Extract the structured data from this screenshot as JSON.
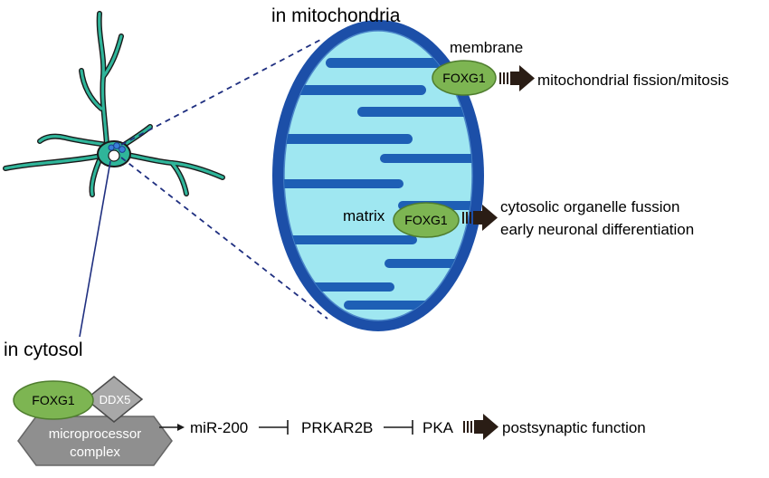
{
  "headings": {
    "mitochondria": "in mitochondria",
    "cytosol": "in cytosol"
  },
  "mitochondria": {
    "membrane_label": "membrane",
    "membrane_protein": "FOXG1",
    "membrane_effect": "mitochondrial fission/mitosis",
    "matrix_label": "matrix",
    "matrix_protein": "FOXG1",
    "matrix_effect_line1": "cytosolic organelle fussion",
    "matrix_effect_line2": "early neuronal differentiation"
  },
  "cytosol": {
    "protein": "FOXG1",
    "partner": "DDX5",
    "complex_line1": "microprocessor",
    "complex_line2": "complex",
    "pathway": [
      "miR-200",
      "PRKAR2B",
      "PKA"
    ],
    "effect": "postsynaptic function"
  },
  "colors": {
    "neuron_fill": "#2fb59a",
    "mito_outer": "#1c4fa8",
    "mito_inner": "#9fe7f1",
    "protein_fill": "#7db552",
    "protein_stroke": "#4f7d2f",
    "gray_shape": "#8f8f8f",
    "arrow": "#2a1d15"
  }
}
